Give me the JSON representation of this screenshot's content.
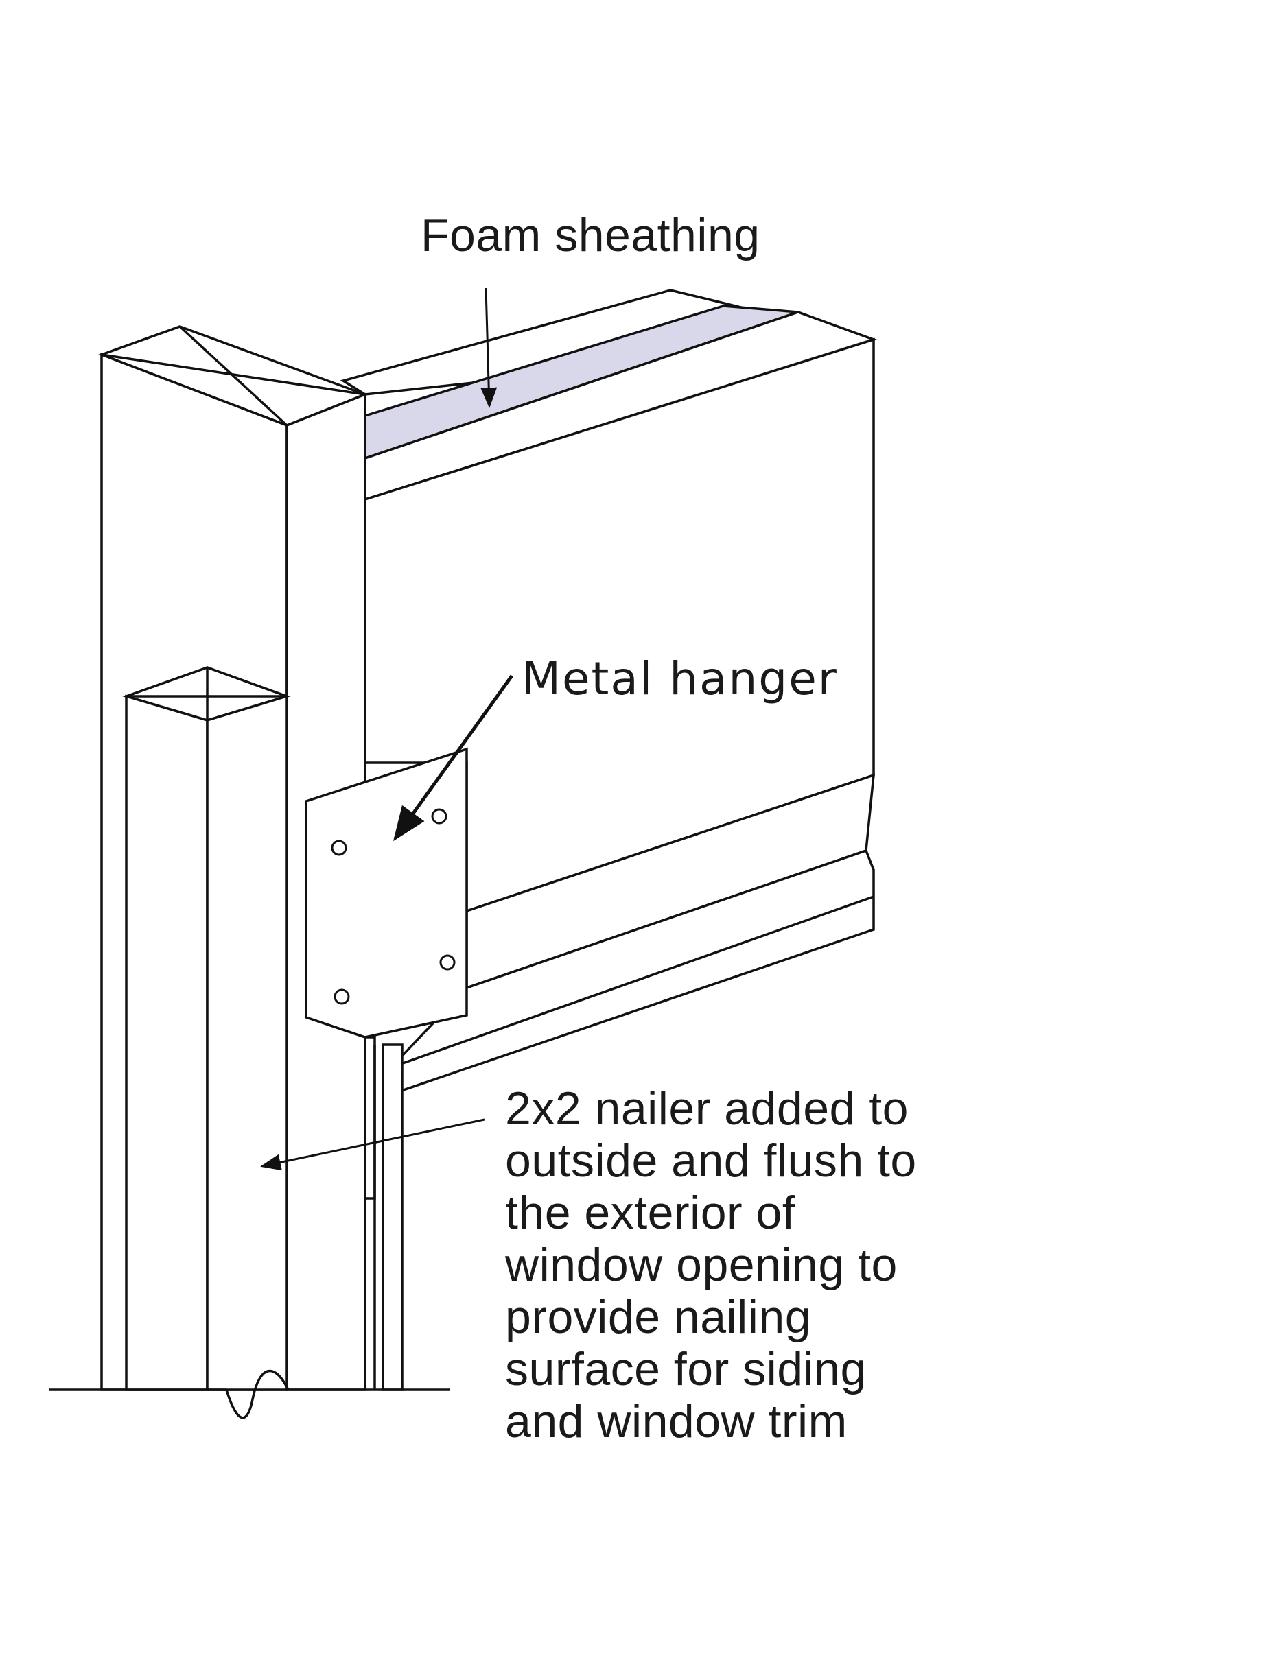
{
  "labels": {
    "foam_sheathing": "Foam sheathing",
    "metal_hanger": "Metal hanger",
    "nailer_note": "2x2 nailer added to\noutside and flush to\nthe exterior of\nwindow opening to\nprovide nailing\nsurface for siding\nand window trim"
  },
  "colors": {
    "line": "#111111",
    "foam": "#d8d8ea",
    "background": "#ffffff",
    "text": "#1a1a1a"
  },
  "icons": {
    "hanger_holes": "nail-hole-icon",
    "arrows": "arrowhead-icon"
  }
}
